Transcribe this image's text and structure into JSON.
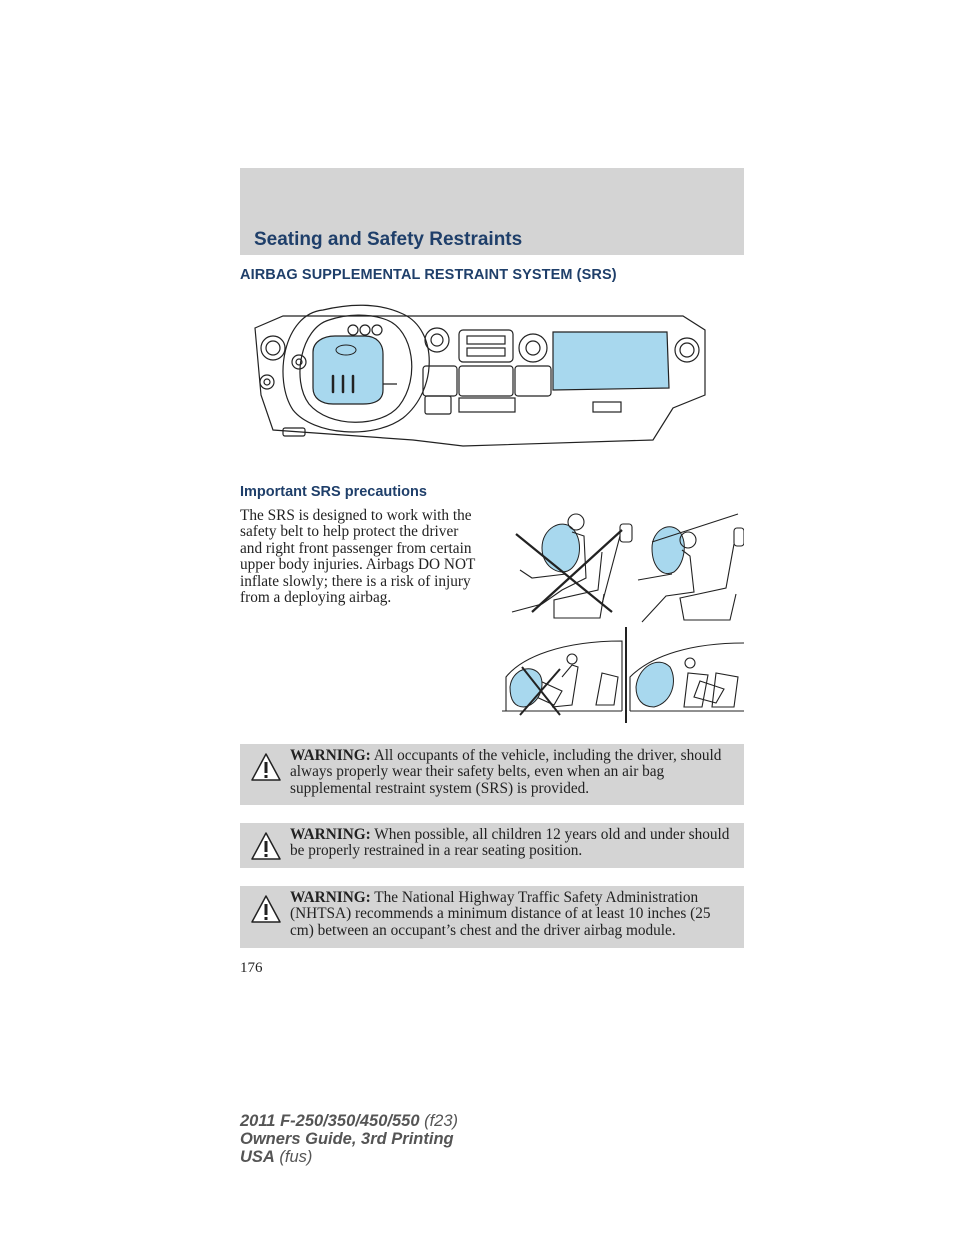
{
  "header": {
    "section_title": "Seating and Safety Restraints"
  },
  "heading": "AIRBAG SUPPLEMENTAL RESTRAINT SYSTEM (SRS)",
  "subheading": "Important SRS precautions",
  "intro_text": "The SRS is designed to work with the safety belt to help protect the driver and right front passenger from certain upper body injuries. Airbags DO NOT inflate slowly; there is a risk of injury from a deploying airbag.",
  "warnings": [
    {
      "label": "WARNING:",
      "text": " All occupants of the vehicle, including the driver, should always properly wear their safety belts, even when an air bag supplemental restraint system (SRS) is provided."
    },
    {
      "label": "WARNING:",
      "text": " When possible, all children 12 years old and under should be properly restrained in a rear seating position."
    },
    {
      "label": "WARNING:",
      "text": " The National Highway Traffic Safety Administration (NHTSA) recommends a minimum distance of at least 10 inches (25 cm) between an occupant’s chest and the driver airbag module."
    }
  ],
  "page_number": "176",
  "footer": {
    "line1_bold": "2011 F-250/350/450/550",
    "line1_code": " (f23)",
    "line2": "Owners Guide, 3rd Printing",
    "line3_bold": "USA",
    "line3_code": " (fus)"
  },
  "colors": {
    "airbag_fill": "#a8d8ee",
    "heading_blue": "#1f3f6a",
    "band_gray": "#d4d4d4"
  },
  "icons": [
    "warning-triangle-icon"
  ]
}
